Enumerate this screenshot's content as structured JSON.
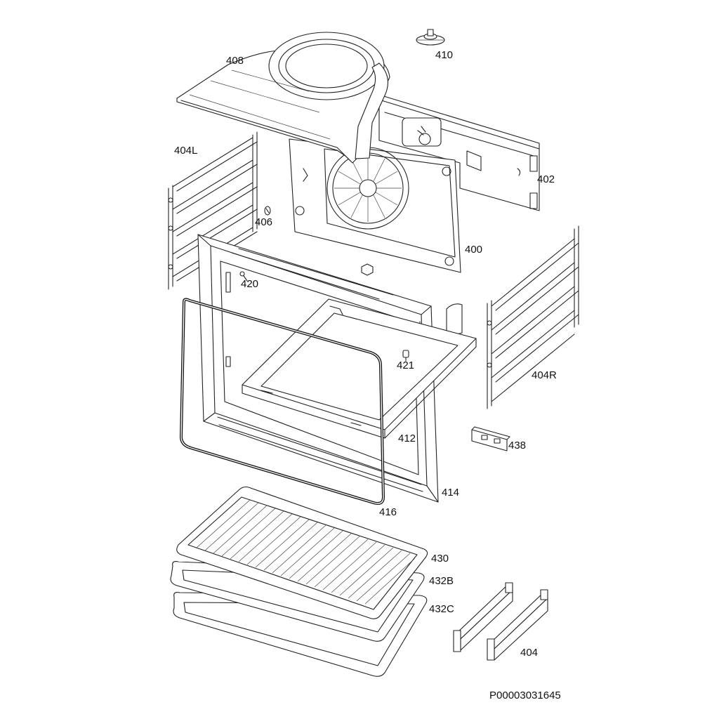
{
  "labels": {
    "p408": "408",
    "p410": "410",
    "p404L": "404L",
    "p402": "402",
    "p406": "406",
    "p400": "400",
    "p420": "420",
    "p421": "421",
    "p404R": "404R",
    "p412": "412",
    "p438": "438",
    "p414": "414",
    "p416": "416",
    "p430": "430",
    "p432B": "432B",
    "p432C": "432C",
    "p404": "404"
  },
  "document_id": "P00003031645"
}
